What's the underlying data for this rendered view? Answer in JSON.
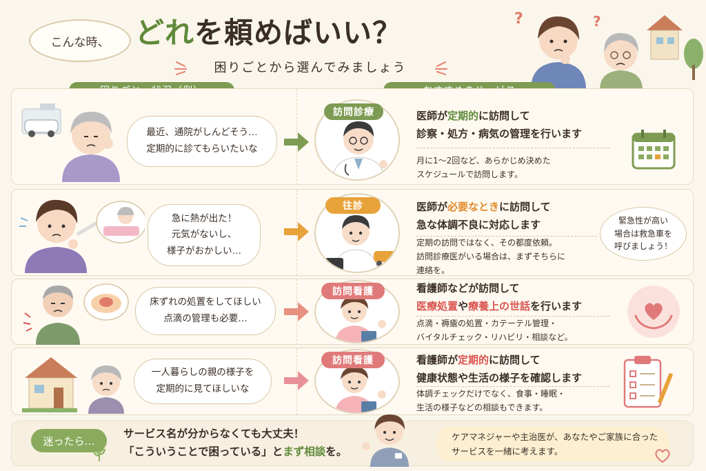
{
  "header": {
    "tag": "こんな時、",
    "title_accent": "どれ",
    "title_rest": "を頼めばいい？",
    "subtitle": "困りごとから選んでみましょう"
  },
  "columns": {
    "left": "困りごと・状況（例）",
    "right": "おすすめのサービス"
  },
  "rows": [
    {
      "situation": [
        "最近、通院がしんどそう…",
        "定期的に診てもらいたいな"
      ],
      "service": "訪問診療",
      "title_line1": [
        "医師が",
        "定期的",
        "に訪問して"
      ],
      "title_line2": "診察・処方・病気の管理を行います",
      "desc": [
        "月に1〜2回など、あらかじめ決めた",
        "スケジュールで訪問します。"
      ],
      "icon": "calendar-icon"
    },
    {
      "situation": [
        "急に熱が出た！",
        "元気がないし、",
        "様子がおかしい…"
      ],
      "service": "往診",
      "title_line1": [
        "医師が",
        "必要なとき",
        "に訪問して"
      ],
      "title_line2": "急な体調不良に対応します",
      "desc": [
        "定期の訪問ではなく、その都度依頼。",
        "訪問診療医がいる場合は、まずそちらに",
        "連絡を。"
      ],
      "note": [
        "緊急性が高い",
        "場合は救急車を",
        "呼びましょう！"
      ]
    },
    {
      "situation": [
        "床ずれの処置をしてほしい",
        "点滴の管理も必要…"
      ],
      "service": "訪問看護",
      "title_line1": "看護師などが訪問して",
      "title_line2": [
        "医療処置",
        "や",
        "療養上の世話",
        "を行います"
      ],
      "desc": [
        "点滴・褥瘡の処置・カテーテル管理・",
        "バイタルチェック・リハビリ・相談など。"
      ],
      "icon": "heart-hands-icon"
    },
    {
      "situation": [
        "一人暮らしの親の様子を",
        "定期的に見てほしいな"
      ],
      "service": "訪問看護",
      "title_line1": [
        "看護師が",
        "定期的",
        "に訪問して"
      ],
      "title_line2": "健康状態や生活の様子を確認します",
      "desc": [
        "体調チェックだけでなく、食事・睡眠・",
        "生活の様子などの相談もできます。"
      ],
      "icon": "checklist-icon"
    }
  ],
  "footer": {
    "badge": "迷ったら…",
    "line1": "サービス名が分からなくても大丈夫！",
    "line2_a": "「こういうことで困っている」と",
    "line2_b": "まず相談",
    "line2_c": "を。",
    "note": [
      "ケアマネジャーや主治医が、あなたやご家族に合った",
      "サービスを一緒に考えます。"
    ]
  },
  "colors": {
    "green": "#7d9b52",
    "orange": "#e8a23a",
    "pink": "#e07a7a",
    "cream": "#fbf6ec"
  }
}
